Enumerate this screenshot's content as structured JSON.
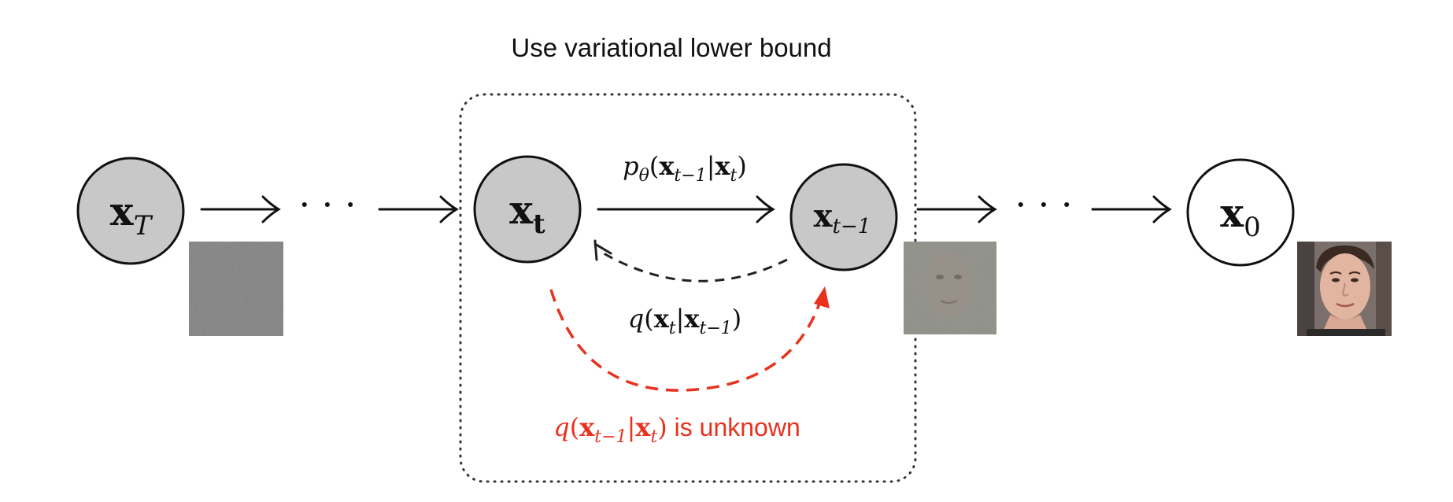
{
  "title": "Use variational lower bound",
  "nodes": {
    "xT": {
      "base": "x",
      "sub": "T"
    },
    "xt": {
      "base": "x",
      "sub": "t"
    },
    "xt1": {
      "base": "x",
      "sub": "t−1"
    },
    "x0": {
      "base": "x",
      "sub": "0"
    }
  },
  "ellipses": {
    "left": "· · ·",
    "right": "· · ·"
  },
  "labels": {
    "reverse": {
      "p": "p",
      "theta": "θ",
      "open": "(",
      "x1": "x",
      "x1sub": "t−1",
      "bar": "|",
      "x2": "x",
      "x2sub": "t",
      "close": ")"
    },
    "forward": {
      "q": "q",
      "open": "(",
      "x1": "x",
      "x1sub": "t",
      "bar": "|",
      "x2": "x",
      "x2sub": "t−1",
      "close": ")"
    },
    "unknown": {
      "q": "q",
      "open": "(",
      "x1": "x",
      "x1sub": "t−1",
      "bar": "|",
      "x2": "x",
      "x2sub": "t",
      "close": ")",
      "suffix": " is unknown"
    }
  },
  "colors": {
    "node_fill_gray": "#c8c8c8",
    "node_fill_white": "#ffffff",
    "stroke": "#111111",
    "red": "#e8321e"
  },
  "images": {
    "noise": "noise-image",
    "partial": "partially-denoised-face-image",
    "face": "clean-face-image"
  }
}
